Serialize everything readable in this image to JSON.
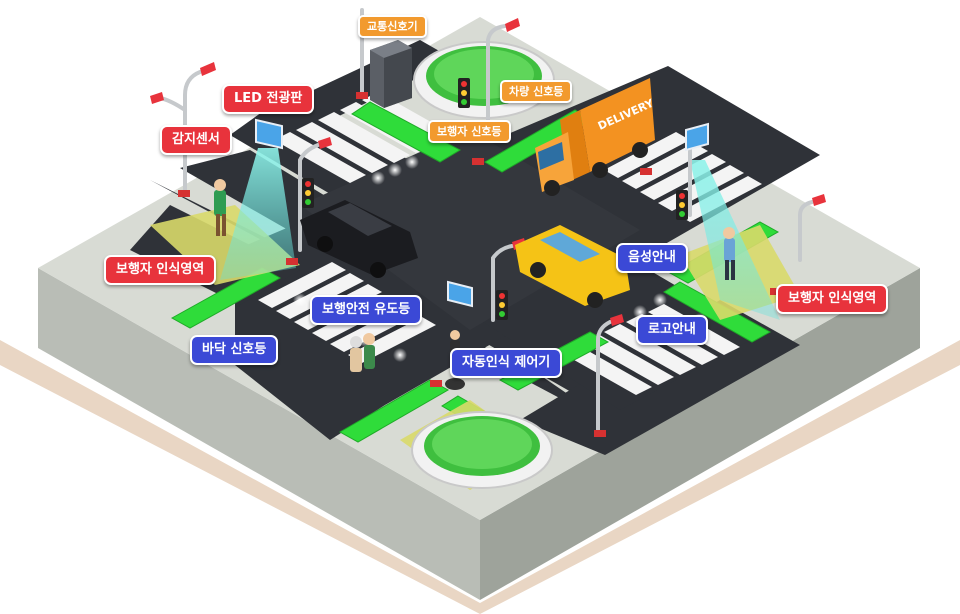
{
  "labels": {
    "led_board": "LED 전광판",
    "sensor": "감지센서",
    "traffic_signal": "교통신호기",
    "vehicle_signal": "차량 신호등",
    "ped_signal": "보행자 신호등",
    "ped_zone_left": "보행자 인식영역",
    "ped_zone_right": "보행자 인식영역",
    "floor_signal": "바닥 신호등",
    "safety_guide": "보행안전 유도등",
    "auto_controller": "자동인식 제어기",
    "voice_guide": "음성안내",
    "logo_guide": "로고안내"
  },
  "truck_text": "DELIVERY",
  "colors": {
    "label_red": "#e8333c",
    "label_blue": "#3b49d6",
    "label_orange": "#f29a2e",
    "road": "#2f3238",
    "sidewalk": "#d8dbd4",
    "green_strip": "#2fdc3a",
    "truck": "#f39221",
    "taxi": "#f5c316"
  }
}
